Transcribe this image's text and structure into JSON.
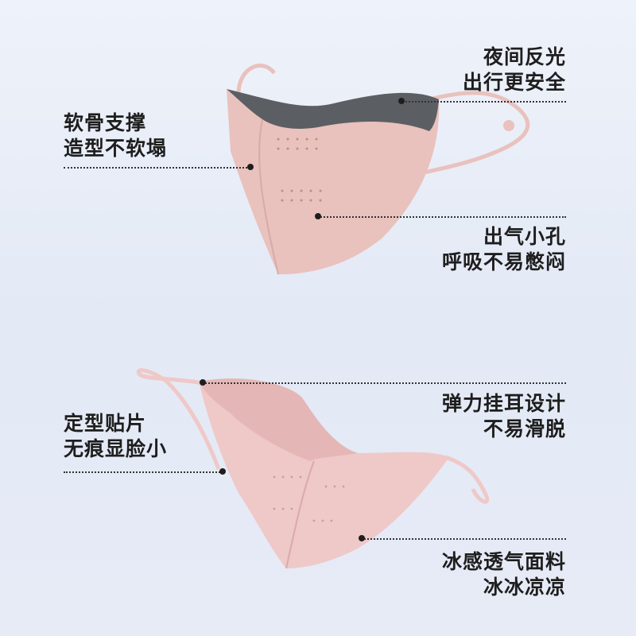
{
  "annotations": [
    {
      "line1": "夜间反光",
      "line2": "出行更安全"
    },
    {
      "line1": "软骨支撑",
      "line2": "造型不软塌"
    },
    {
      "line1": "出气小孔",
      "line2": "呼吸不易憋闷"
    },
    {
      "line1": "弹力挂耳设计",
      "line2": "不易滑脱"
    },
    {
      "line1": "定型贴片",
      "line2": "无痕显脸小"
    },
    {
      "line1": "冰感透气面料",
      "line2": "冰冰凉凉"
    }
  ],
  "colors": {
    "mask_pink": "#e9c1bd",
    "mask_band": "#5b5f63",
    "mask_pink_light": "#efc8c8"
  }
}
